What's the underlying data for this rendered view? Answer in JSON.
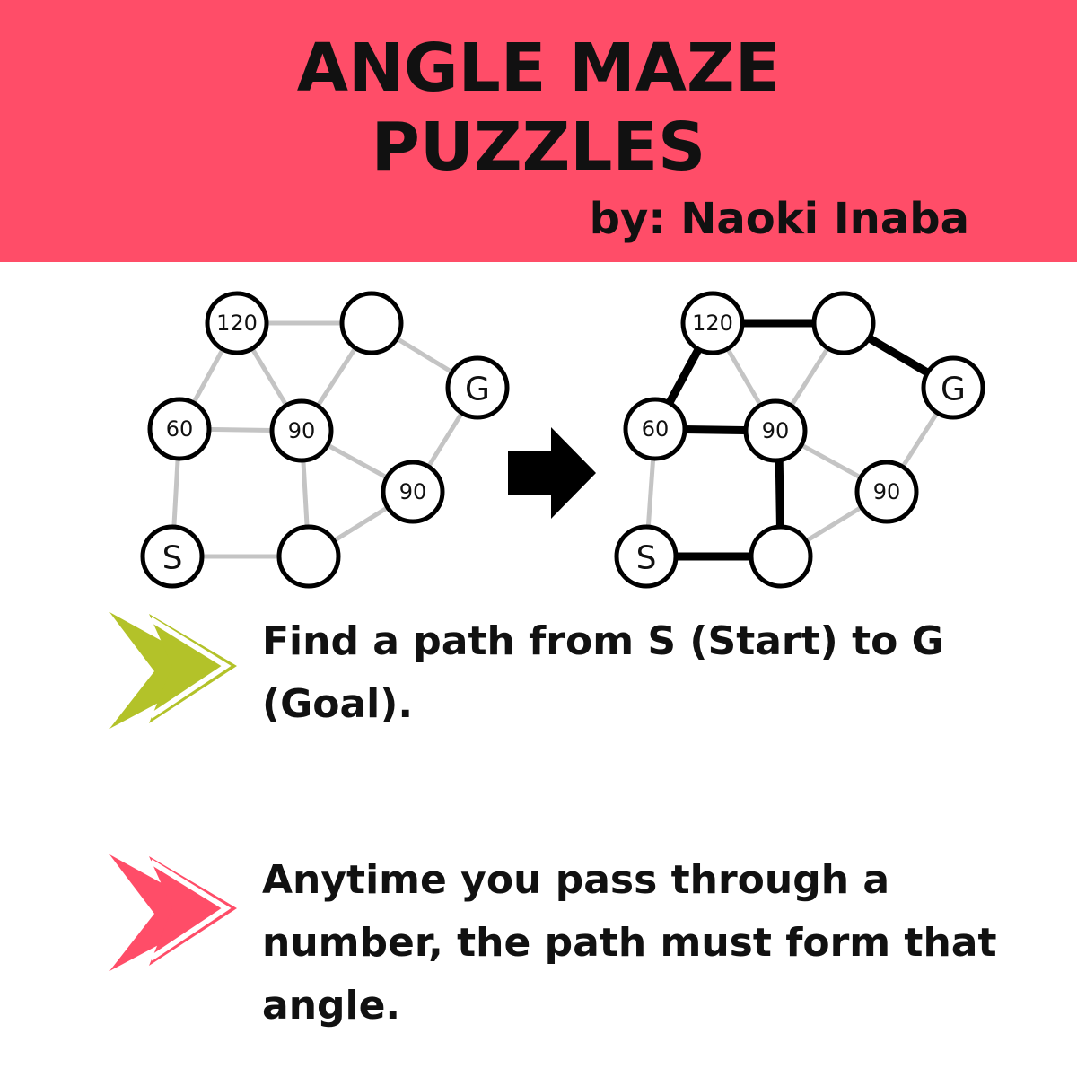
{
  "header": {
    "title_line1": "ANGLE MAZE",
    "title_line2": "PUZZLES",
    "byline": "by: Naoki Inaba",
    "background_color": "#ff4d68"
  },
  "diagram": {
    "node_labels": {
      "n120": "120",
      "n60": "60",
      "n90a": "90",
      "n90b": "90",
      "start": "S",
      "goal": "G"
    },
    "arrow_icon": "right-arrow-icon"
  },
  "rules": [
    {
      "text": "Find a path from S (Start) to G (Goal).",
      "marker_icon": "double-chevron-icon",
      "marker_color": "#b3c229"
    },
    {
      "text": "Anytime you pass through a number, the path must form that angle.",
      "marker_icon": "double-chevron-icon",
      "marker_color": "#ff4d68"
    }
  ]
}
